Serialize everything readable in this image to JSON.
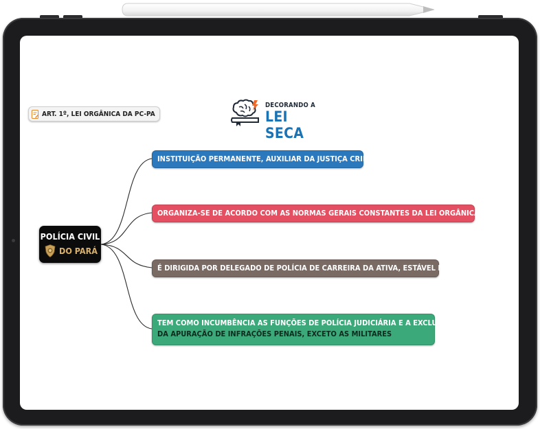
{
  "reference": {
    "label": "ART. 1º, LEI ORGÂNICA DA PC-PA",
    "icon": "edit-document-icon"
  },
  "logo": {
    "small_text": "DECORANDO A",
    "big_text": "LEI SECA",
    "icon": "brain-book-lightning-icon",
    "accent_color": "#1b73b4"
  },
  "central_topic": {
    "line1": "POLÍCIA CIVIL",
    "line2": "DO PARÁ",
    "icon": "police-badge-icon"
  },
  "branches": [
    {
      "text": "INSTITUIÇÃO PERMANENTE, AUXILIAR DA JUSTIÇA CRIMINAL",
      "color": "#2b78bd"
    },
    {
      "text": "ORGANIZA-SE DE ACORDO COM AS NORMAS GERAIS CONSTANTES DA LEI ORGÂNICA DA PC-PA",
      "color": "#e44f62"
    },
    {
      "text": "É DIRIGIDA POR DELEGADO DE POLÍCIA DE CARREIRA DA ATIVA, ESTÁVEL NO CARGO",
      "color": "#7a6a64"
    },
    {
      "lines": [
        "TEM COMO INCUMBÊNCIA AS FUNÇÕES DE POLÍCIA JUDICIÁRIA E A EXCLUSIVIDADE",
        "DA APURAÇÃO DE INFRAÇÕES PENAIS, EXCETO AS MILITARES"
      ],
      "color": "#3ba97a"
    }
  ]
}
